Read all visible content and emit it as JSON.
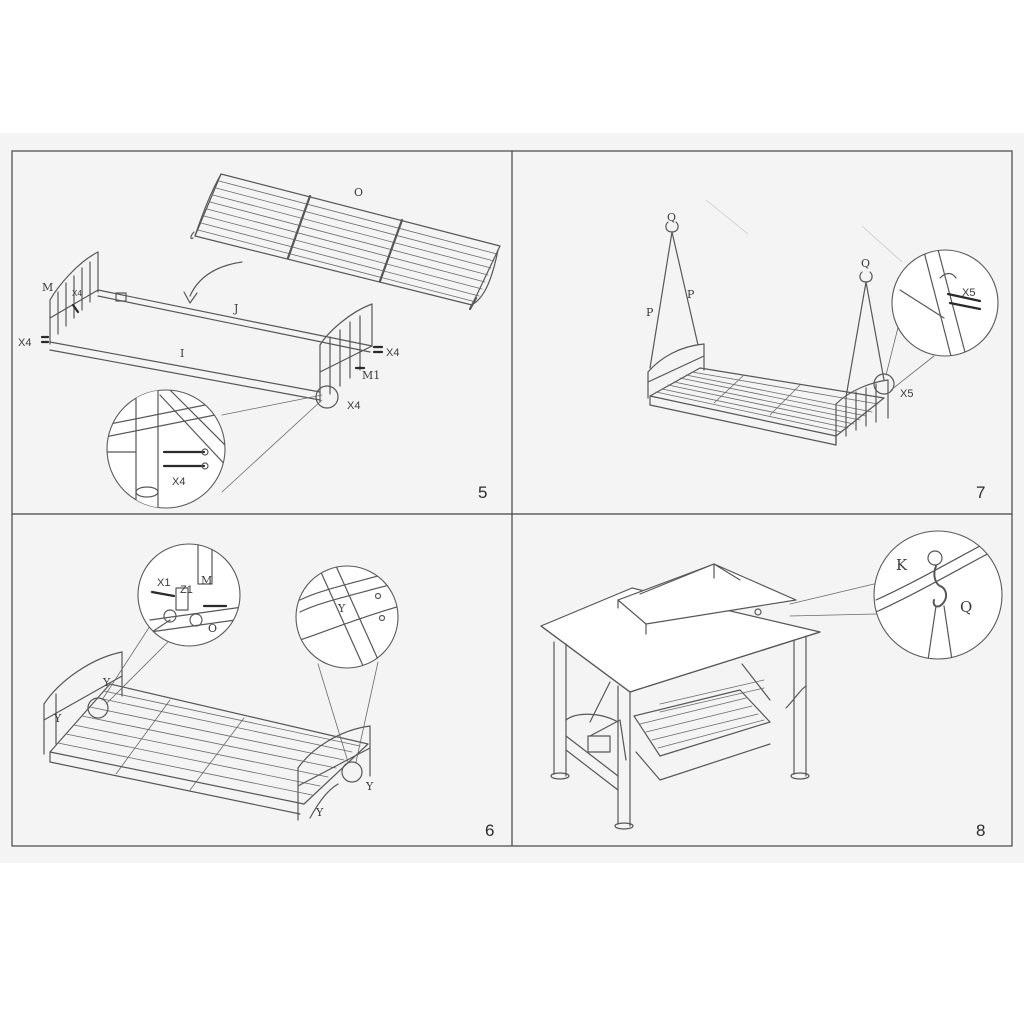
{
  "colors": {
    "paper": "#ffffff",
    "panel_bg": "#f4f4f4",
    "line": "#575757",
    "text": "#3a3a3a"
  },
  "panels": [
    {
      "id": "step-5",
      "number": "5",
      "labels": {
        "backrest": "O",
        "rear_bar": "J",
        "front_bar": "I",
        "armrest": "M",
        "arm_bolt": "M1",
        "bolts_left": "X4",
        "bolts_left_small": "X4",
        "bolts_right": "X4",
        "bolts_corner": "X4",
        "bolts_detail": "X4"
      }
    },
    {
      "id": "step-7",
      "number": "7",
      "labels": {
        "hook_left": "Q",
        "hook_right": "Q",
        "chain_left": "P",
        "chain_right": "P",
        "bolts_side": "X5",
        "bolts_detail": "X5"
      }
    },
    {
      "id": "step-6",
      "number": "6",
      "labels": {
        "strap_left": "Y",
        "strap_left_top": "Y",
        "strap_right_a": "Y",
        "strap_right_b": "Y",
        "strap_detail": "Y",
        "bolt_detail": "X1",
        "washer_detail": "Z1",
        "arm_detail": "M",
        "backrest_detail": "O"
      }
    },
    {
      "id": "step-8",
      "number": "8",
      "labels": {
        "hanger_ring": "K",
        "s_hook": "Q"
      }
    }
  ]
}
